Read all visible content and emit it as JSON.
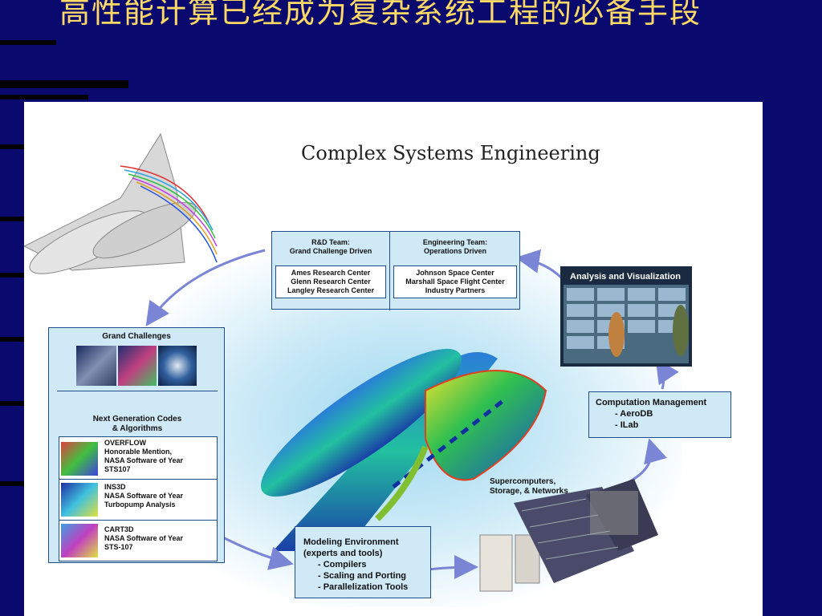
{
  "slide": {
    "title": "高性能计算已经成为复杂系统工程的必备手段"
  },
  "diagram": {
    "title": "Complex Systems Engineering",
    "rd_team": {
      "heading": [
        "R&D Team:",
        "Grand Challenge Driven"
      ],
      "centers": [
        "Ames Research Center",
        "Glenn Research Center",
        "Langley Research Center"
      ]
    },
    "engineering_team": {
      "heading": [
        "Engineering Team:",
        "Operations Driven"
      ],
      "centers": [
        "Johnson Space Center",
        "Marshall Space Flight Center",
        "Industry Partners"
      ]
    },
    "grand_challenges": {
      "heading": "Grand Challenges",
      "sub_heading": [
        "Next Generation Codes",
        "& Algorithms"
      ],
      "codes": [
        {
          "lines": [
            "OVERFLOW",
            "Honorable Mention,",
            "NASA Software of Year",
            "STS107"
          ]
        },
        {
          "lines": [
            "INS3D",
            "NASA Software of Year",
            "Turbopump Analysis"
          ]
        },
        {
          "lines": [
            "CART3D",
            "NASA Software of Year",
            "STS-107"
          ]
        }
      ]
    },
    "analysis": {
      "label": "Analysis and Visualization"
    },
    "computation": {
      "heading": "Computation Management",
      "items": [
        "- AeroDB",
        "- ILab"
      ]
    },
    "supercomputers": {
      "label": [
        "Supercomputers,",
        "Storage, & Networks"
      ]
    },
    "modeling": {
      "heading": [
        "Modeling Environment",
        "(experts and tools)"
      ],
      "items": [
        "- Compilers",
        "- Scaling and Porting",
        "- Parallelization Tools"
      ]
    },
    "colors": {
      "background": "#0a0a6e",
      "title": "#ffd966",
      "box_fill": "#cfe9f7",
      "box_border": "#1f4e8a",
      "arrow": "#7a85d6"
    }
  }
}
